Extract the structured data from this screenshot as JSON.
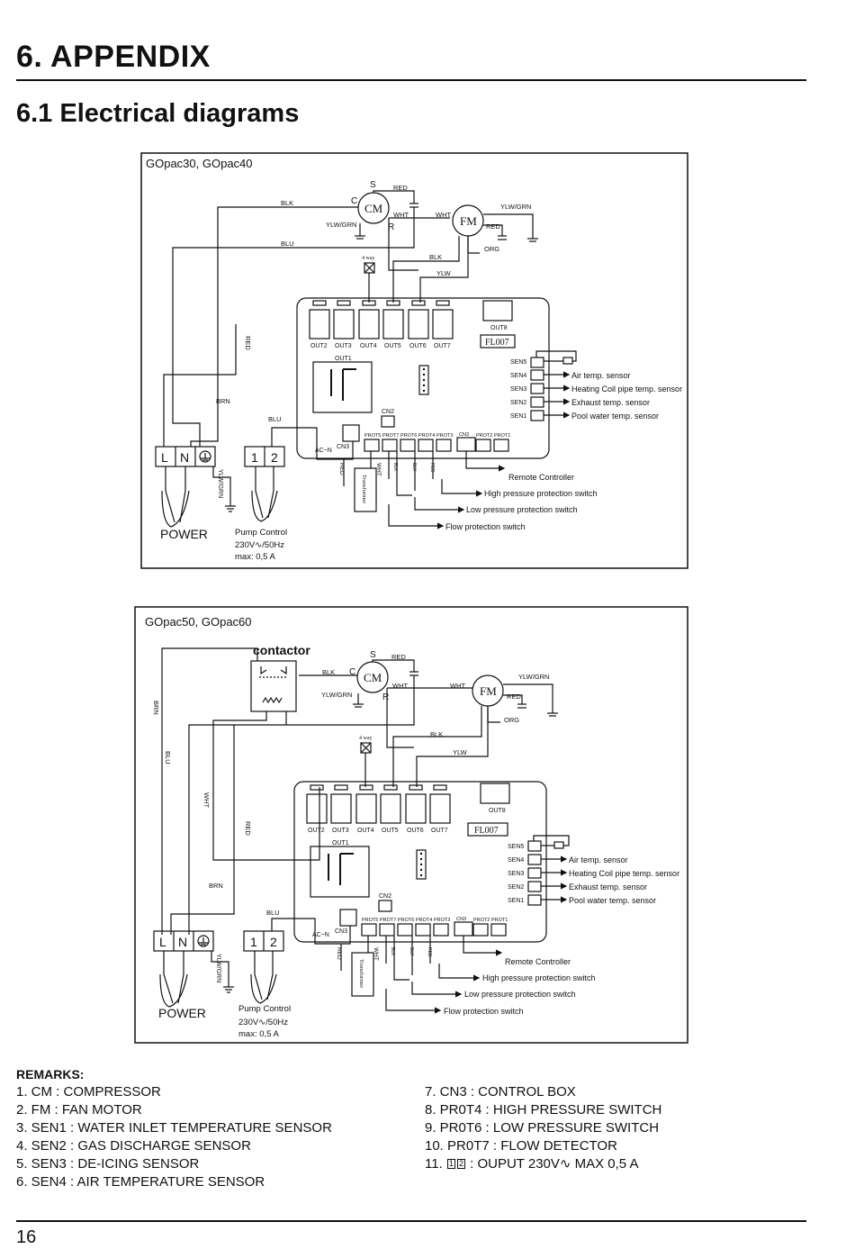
{
  "page": {
    "section_title": "6. APPENDIX",
    "subsection_title": "6.1 Electrical diagrams",
    "page_number": "16"
  },
  "diagram1": {
    "title": "GOpac30, GOpac40",
    "labels": {
      "s": "S",
      "c": "C",
      "r": "R",
      "cm": "CM",
      "fm": "FM",
      "red": "RED",
      "blk": "BLK",
      "wht": "WHT",
      "blu": "BLU",
      "yellow_green": "YLW/GRN",
      "org": "ORG",
      "ylw": "YLW",
      "brn": "BRN",
      "four_way": "4 way",
      "board": "FL007",
      "out1": "OUT1",
      "out8": "OUT8",
      "cn2": "CN2",
      "cn3": "CN3",
      "acn": "AC~N",
      "transformer": "Transformer",
      "l": "L",
      "n": "N",
      "one": "1",
      "two": "2",
      "power": "POWER",
      "pump_control": "Pump Control",
      "voltage": "230V∿/50Hz",
      "max": "max: 0,5 A",
      "air_sensor": "Air temp. sensor",
      "coil_sensor": "Heating Coil pipe temp. sensor",
      "exhaust_sensor": "Exhaust temp. sensor",
      "pool_sensor": "Pool water temp. sensor",
      "remote": "Remote Controller",
      "high_pressure": "High pressure protection switch",
      "low_pressure": "Low pressure protection switch",
      "flow": "Flow protection switch"
    },
    "outputs": [
      "OUT2",
      "OUT3",
      "OUT4",
      "OUT5",
      "OUT6",
      "OUT7"
    ],
    "sensors": [
      "SEN5",
      "SEN4",
      "SEN3",
      "SEN2",
      "SEN1"
    ],
    "prots": [
      "PROT5",
      "PROT7",
      "PROT6",
      "PROT4",
      "PROT3",
      "CN3",
      "PROT2",
      "PROT1"
    ]
  },
  "diagram2": {
    "title": "GOpac50, GOpac60",
    "labels": {
      "contactor": "contactor",
      "s": "S",
      "c": "C",
      "r": "R",
      "cm": "CM",
      "fm": "FM",
      "red": "RED",
      "blk": "BLK",
      "wht": "WHT",
      "blu": "BLU",
      "yellow_green": "YLW/GRN",
      "org": "ORG",
      "ylw": "YLW",
      "brn": "BRN",
      "four_way": "4 way",
      "board": "FL007",
      "out1": "OUT1",
      "out8": "OUT8",
      "cn2": "CN2",
      "cn3": "CN3",
      "acn": "AC~N",
      "transformer": "Transformer",
      "l": "L",
      "n": "N",
      "one": "1",
      "two": "2",
      "power": "POWER",
      "pump_control": "Pump Control",
      "voltage": "230V∿/50Hz",
      "max": "max: 0,5 A",
      "air_sensor": "Air temp. sensor",
      "coil_sensor": "Heating Coil pipe temp. sensor",
      "exhaust_sensor": "Exhaust temp. sensor",
      "pool_sensor": "Pool water temp. sensor",
      "remote": "Remote Controller",
      "high_pressure": "High pressure protection switch",
      "low_pressure": "Low pressure protection switch",
      "flow": "Flow protection switch"
    },
    "outputs": [
      "OUT2",
      "OUT3",
      "OUT4",
      "OUT5",
      "OUT6",
      "OUT7"
    ],
    "sensors": [
      "SEN5",
      "SEN4",
      "SEN3",
      "SEN2",
      "SEN1"
    ],
    "prots": [
      "PROT5",
      "PROT7",
      "PROT6",
      "PROT4",
      "PROT3",
      "CN3",
      "PROT2",
      "PROT1"
    ]
  },
  "remarks": {
    "title": "REMARKS:",
    "left": [
      "1. CM : COMPRESSOR",
      "2. FM : FAN MOTOR",
      "3. SEN1 : WATER INLET TEMPERATURE SENSOR",
      "4. SEN2 : GAS DISCHARGE SENSOR",
      "5. SEN3 : DE-ICING SENSOR",
      "6. SEN4 : AIR TEMPERATURE SENSOR"
    ],
    "right": [
      "7. CN3 : CONTROL BOX",
      "8. PR0T4 : HIGH PRESSURE SWITCH",
      "9. PR0T6  : LOW PRESSURE SWITCH",
      "10. PR0T7  : FLOW DETECTOR"
    ],
    "item11_prefix": "11.",
    "item11_box1": "1",
    "item11_box2": "2",
    "item11_text": ": OUPUT 230V∿ MAX 0,5 A"
  }
}
